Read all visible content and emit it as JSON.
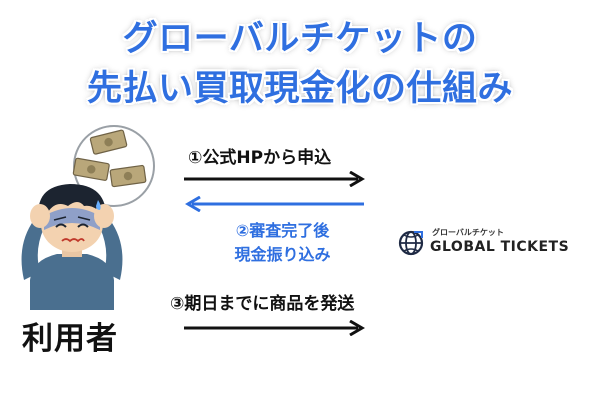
{
  "title": {
    "line1": "グローバルチケットの",
    "line2": "先払い買取現金化の仕組み"
  },
  "steps": {
    "step1": "①公式HPから申込",
    "step2_line1": "②審査完了後",
    "step2_line2": "現金振り込み",
    "step3": "③期日までに商品を発送"
  },
  "user": {
    "label": "利用者",
    "illustration": "worried-man-thinking-of-money"
  },
  "brand": {
    "small_text": "グローバルチケット",
    "name": "GLOBAL TICKETS",
    "logo_icon": "globe-icon"
  },
  "colors": {
    "title": "#2f6fe0",
    "arrow_black": "#111111",
    "arrow_blue": "#2f6fe0",
    "accent_text": "#2f6fe0",
    "shirt": "#4a6f8f",
    "hair": "#1c2430"
  }
}
